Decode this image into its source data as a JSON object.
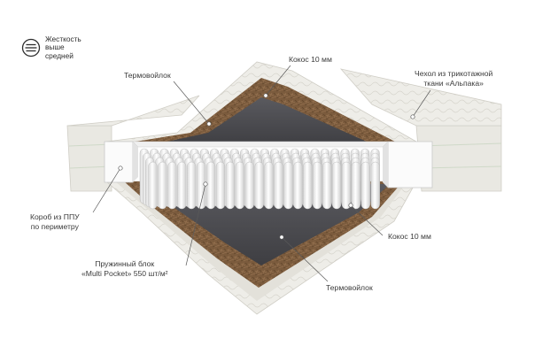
{
  "firmness": {
    "icon": "firmness-icon",
    "lines": [
      "Жесткость",
      "выше",
      "средней"
    ]
  },
  "callouts": {
    "felt_top": "Термовойлок",
    "coconut_top": "Кокос 10 мм",
    "cover": [
      "Чехол из трикотажной",
      "ткани «Альпака»"
    ],
    "box": [
      "Короб из ППУ",
      "по периметру"
    ],
    "coconut_bottom": "Кокос 10 мм",
    "spring_block": [
      "Пружинный блок",
      "«Multi Pocket» 550 шт/м²"
    ],
    "felt_bottom": "Термовойлок"
  },
  "colors": {
    "quilt": "#ecebe6",
    "coconut": "#7a5a3c",
    "felt": "#4a4a4e",
    "spring": "#f4f4f4",
    "leader": "#555555"
  }
}
